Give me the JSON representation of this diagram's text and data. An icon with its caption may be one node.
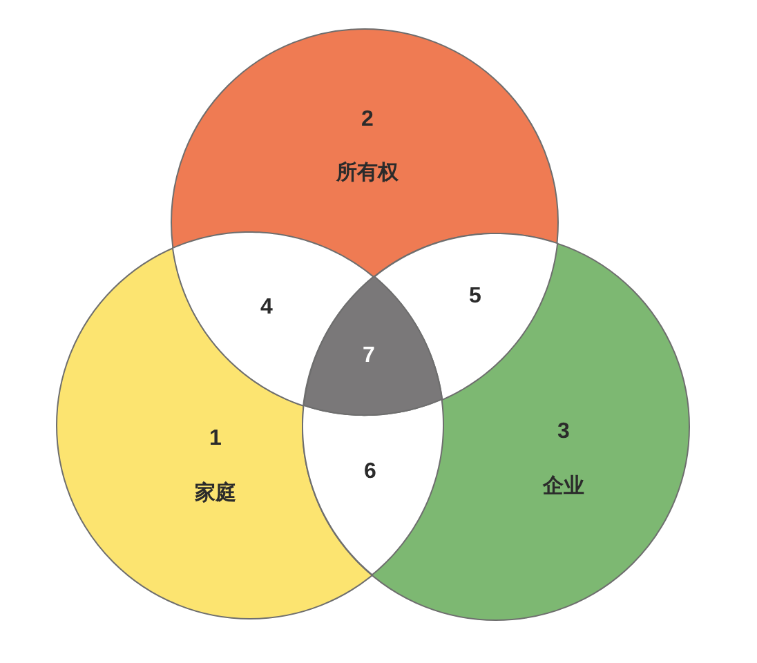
{
  "diagram": {
    "nodes": [
      {
        "text": [
          "1",
          "家庭"
        ]
      },
      {
        "text": [
          "2",
          "所有权"
        ]
      },
      {
        "text": [
          "3",
          "企业"
        ]
      },
      {
        "text": [
          "4"
        ]
      },
      {
        "text": [
          "5"
        ]
      },
      {
        "text": [
          "6"
        ]
      },
      {
        "text": [
          "7"
        ]
      }
    ]
  }
}
